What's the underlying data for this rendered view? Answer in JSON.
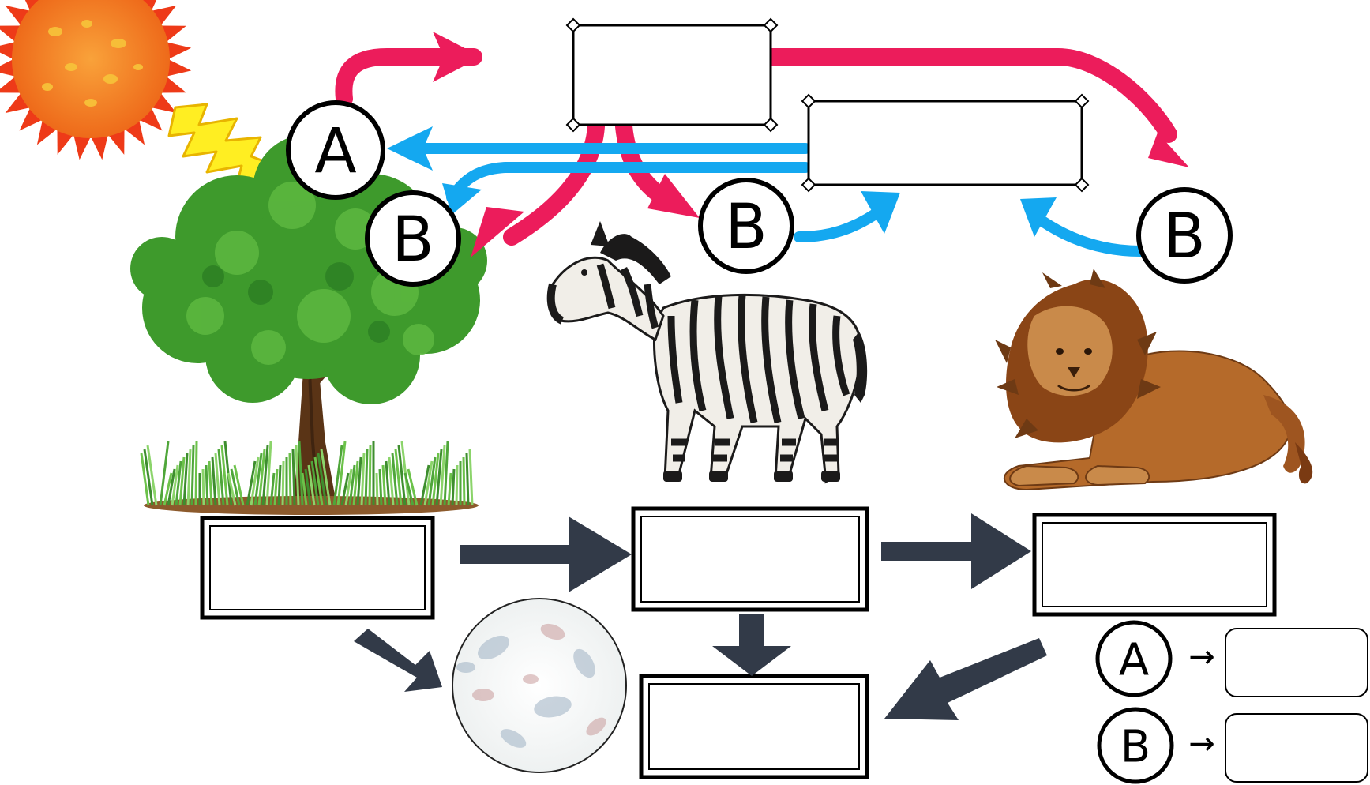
{
  "diagram": {
    "colors": {
      "red_arrow": "#EC1C5B",
      "blue_arrow": "#14A8F0",
      "dark_arrow": "#323A48",
      "sun": "#F07A1C",
      "tree_green": "#3A9A2E",
      "zebra_stripe": "#1B1A1A",
      "lion_brown": "#A2551E"
    },
    "labels": {
      "tree_A": "A",
      "tree_B": "B",
      "zebra_B": "B",
      "lion_B": "B"
    },
    "legend": [
      {
        "letter": "A",
        "arrow": "→",
        "answer": ""
      },
      {
        "letter": "B",
        "arrow": "→",
        "answer": ""
      }
    ],
    "answer_boxes": {
      "top_upper": "",
      "top_lower": "",
      "producer": "",
      "herbivore": "",
      "carnivore": "",
      "decomposer": ""
    },
    "icons": [
      "sun-icon",
      "lightning-icon",
      "tree-icon",
      "grass-icon",
      "zebra-icon",
      "lion-icon",
      "microbe-circle-icon"
    ]
  }
}
